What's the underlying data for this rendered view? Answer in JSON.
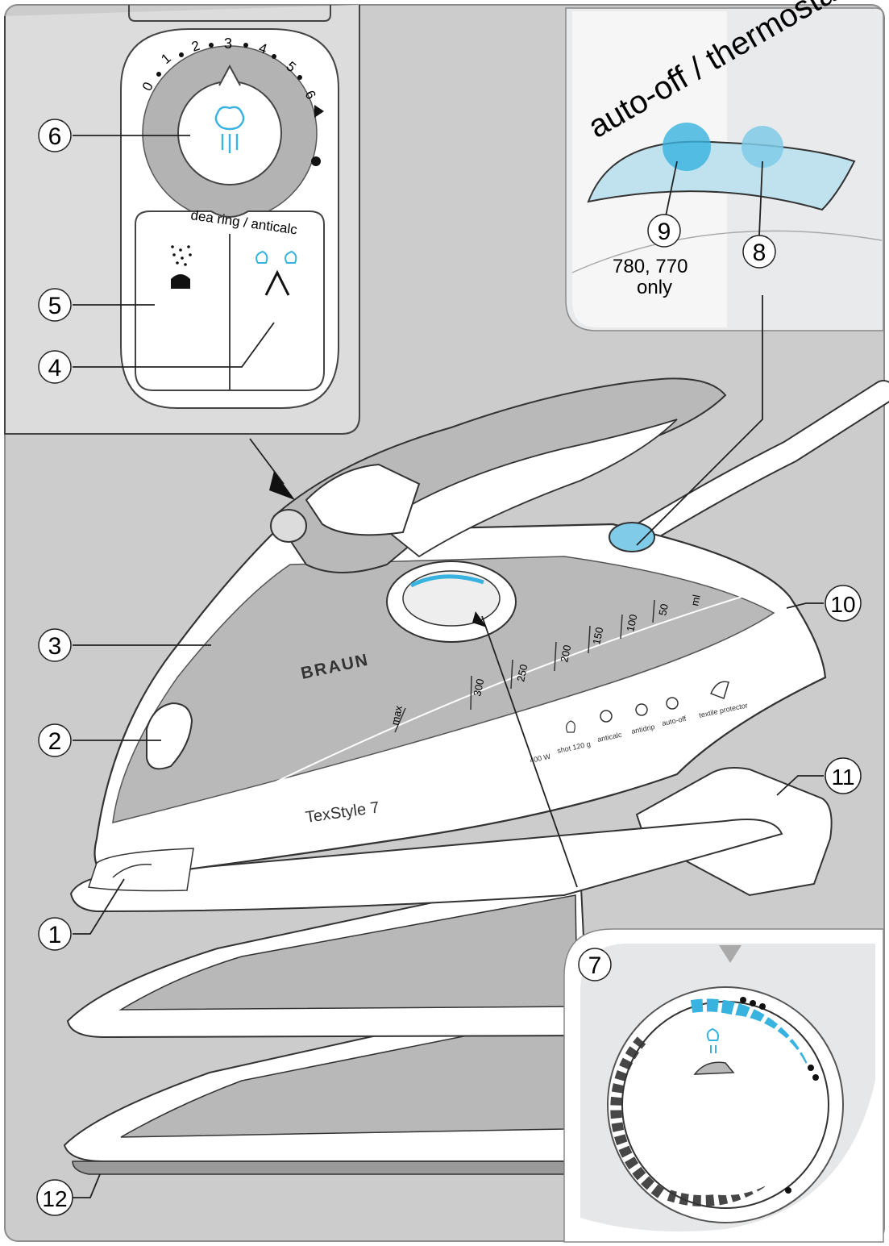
{
  "colors": {
    "background": "#cccccc",
    "panel": "#eef0f1",
    "accent": "#38b3df",
    "accent_light": "#bfe7f4",
    "callout_fill": "#ffffff",
    "line": "#222222"
  },
  "icons": [
    "steam-icon",
    "spray-icon",
    "shot-of-steam-icon",
    "iron-soleplate-icon",
    "auto-off-icon",
    "textile-protector-icon"
  ],
  "dial": {
    "scale": [
      "0",
      "1",
      "2",
      "3",
      "4",
      "5",
      "6"
    ],
    "label": "dea ring / anticalc"
  },
  "indicator": {
    "label": "auto-off / thermostat",
    "note_line1": "780, 770",
    "note_line2": "only"
  },
  "iron": {
    "brand": "BRAUN",
    "model": "TexStyle 7",
    "water_scale": [
      "max",
      "300",
      "250",
      "200",
      "150",
      "100",
      "50",
      "ml"
    ],
    "features": [
      "400 W",
      "shot 120 g",
      "anticalc",
      "antidrip",
      "auto-off",
      "textile protector"
    ]
  },
  "callouts": [
    "1",
    "2",
    "3",
    "4",
    "5",
    "6",
    "7",
    "8",
    "9",
    "10",
    "11",
    "12"
  ]
}
